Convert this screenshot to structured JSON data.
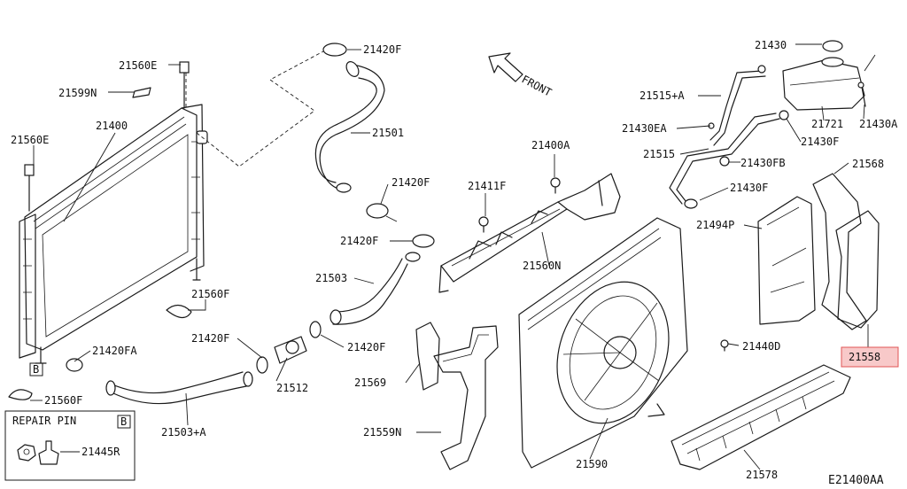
{
  "diagram_code": "E21400AA",
  "front_label": "FRONT",
  "highlight_color": "#f8c9c9",
  "repair_pin": {
    "title": "REPAIR PIN",
    "ref": "B",
    "part": "21445R"
  },
  "ref_marker": "B",
  "labels": {
    "p21560E_top": "21560E",
    "p21599N": "21599N",
    "p21400": "21400",
    "p21560E_left": "21560E",
    "p21560F_mid": "21560F",
    "p21420FA": "21420FA",
    "p21560F_bot": "21560F",
    "p21420F_top": "21420F",
    "p21501": "21501",
    "p21420F_mid": "21420F",
    "p21420F_mid2": "21420F",
    "p21503": "21503",
    "p21420F_low": "21420F",
    "p21420F_low2": "21420F",
    "p21512": "21512",
    "p21503A": "21503+A",
    "p21411F": "21411F",
    "p21400A": "21400A",
    "p21560N": "21560N",
    "p21569": "21569",
    "p21559N": "21559N",
    "p21590": "21590",
    "p21440D": "21440D",
    "p21578": "21578",
    "p21430": "21430",
    "p21515A": "21515+A",
    "p21430EA": "21430EA",
    "p21721": "21721",
    "p21430A": "21430A",
    "p21430F_a": "21430F",
    "p21515": "21515",
    "p21430FB": "21430FB",
    "p21430F_b": "21430F",
    "p21568": "21568",
    "p21494P": "21494P",
    "p21558": "21558"
  }
}
